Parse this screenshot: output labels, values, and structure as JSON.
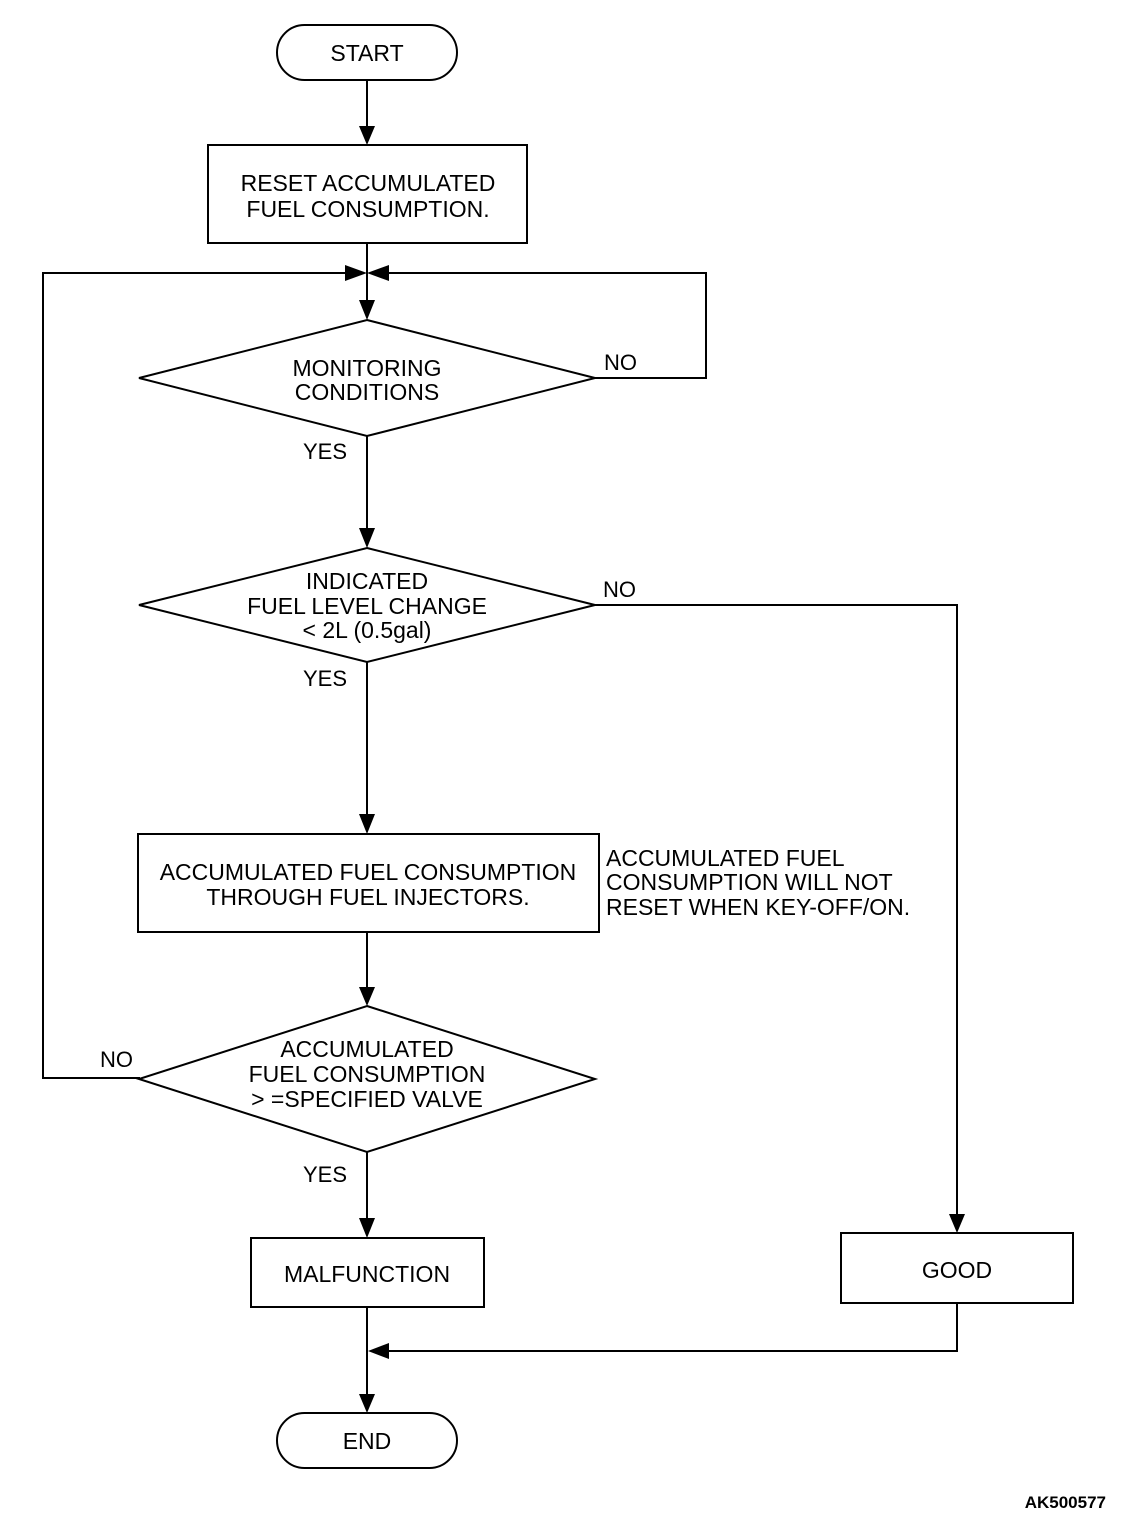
{
  "flowchart": {
    "start": "START",
    "reset_box": [
      "RESET ACCUMULATED",
      "FUEL CONSUMPTION."
    ],
    "monitoring": [
      "MONITORING",
      "CONDITIONS"
    ],
    "fuel_level": [
      "INDICATED",
      "FUEL LEVEL CHANGE",
      "< 2L (0.5gal)"
    ],
    "accumulated_box": [
      "ACCUMULATED FUEL CONSUMPTION",
      "THROUGH FUEL INJECTORS."
    ],
    "note": [
      "ACCUMULATED FUEL",
      "CONSUMPTION WILL NOT",
      "RESET WHEN KEY-OFF/ON."
    ],
    "threshold": [
      "ACCUMULATED",
      "FUEL  CONSUMPTION",
      "> =SPECIFIED VALVE"
    ],
    "malfunction": "MALFUNCTION",
    "good": "GOOD",
    "end": "END",
    "labels": {
      "yes": "YES",
      "no": "NO"
    },
    "figure_code": "AK500577"
  }
}
